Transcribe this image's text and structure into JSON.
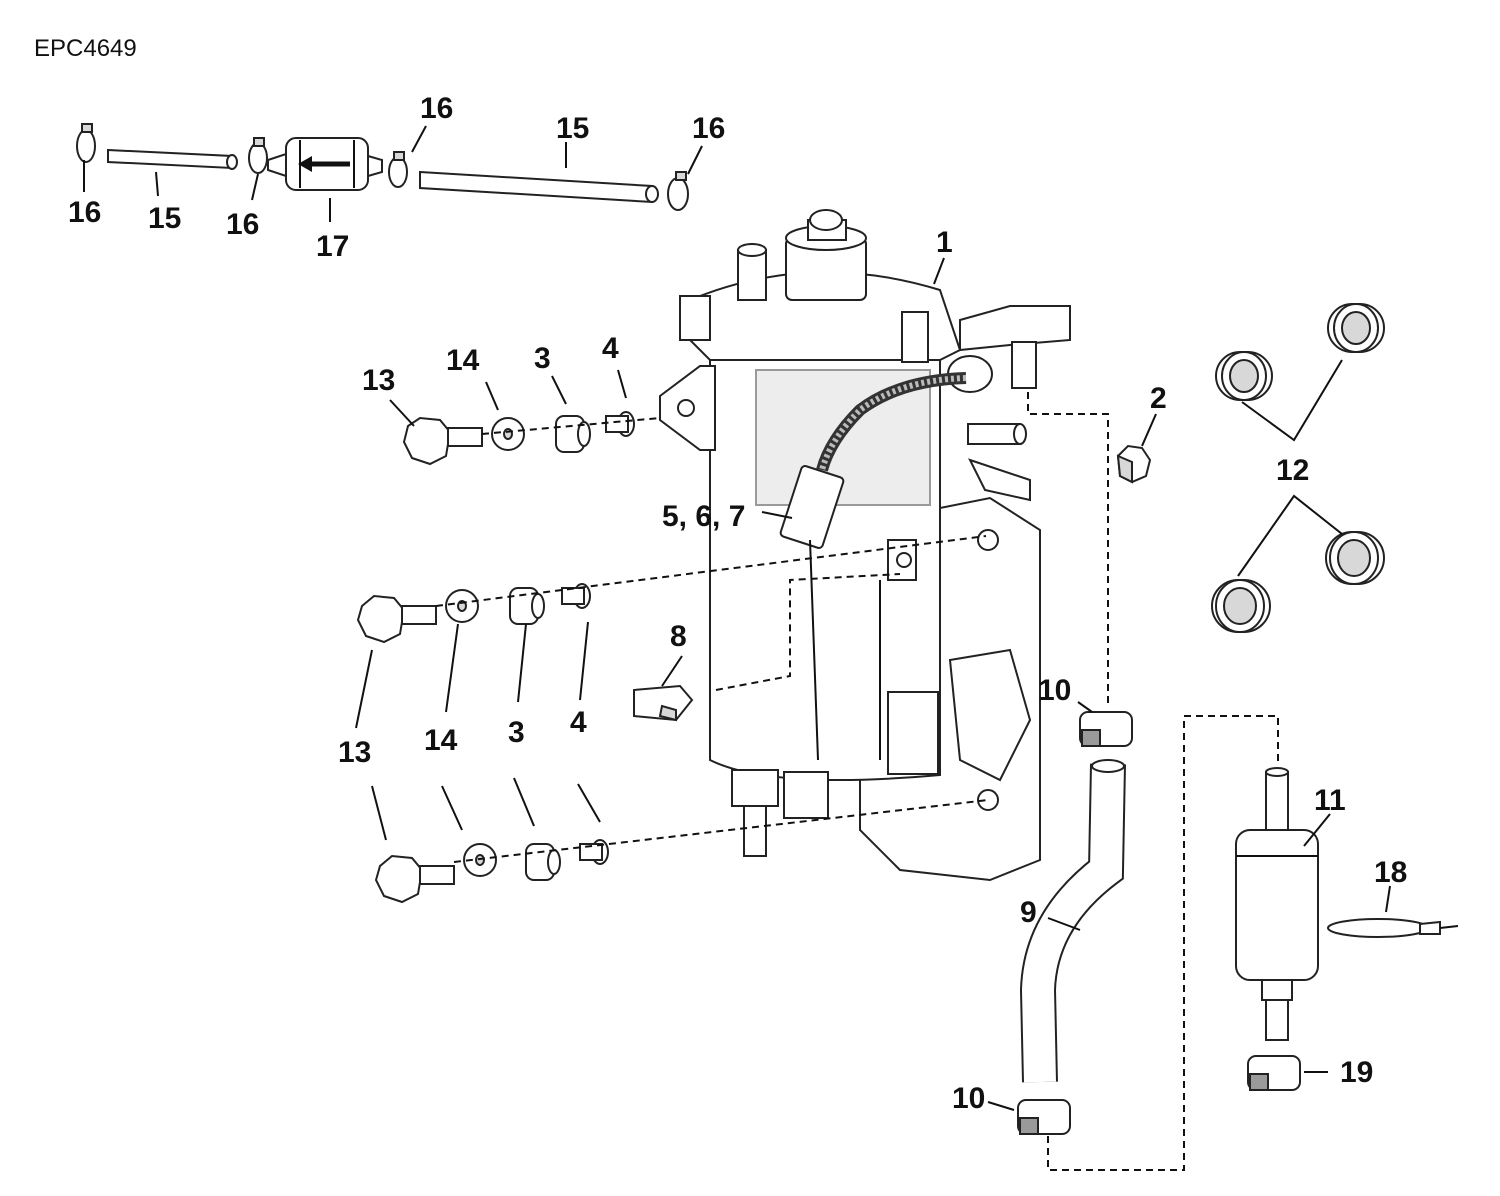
{
  "figure_code": "EPC4649",
  "callouts": {
    "c1": "1",
    "c2": "2",
    "c3a": "3",
    "c3b": "3",
    "c4a": "4",
    "c4b": "4",
    "c567": "5, 6, 7",
    "c8": "8",
    "c9": "9",
    "c10a": "10",
    "c10b": "10",
    "c11": "11",
    "c12": "12",
    "c13a": "13",
    "c13b": "13",
    "c14a": "14",
    "c14b": "14",
    "c15a": "15",
    "c15b": "15",
    "c16a": "16",
    "c16b": "16",
    "c16c": "16",
    "c16d": "16",
    "c17": "17",
    "c18": "18",
    "c19": "19"
  }
}
